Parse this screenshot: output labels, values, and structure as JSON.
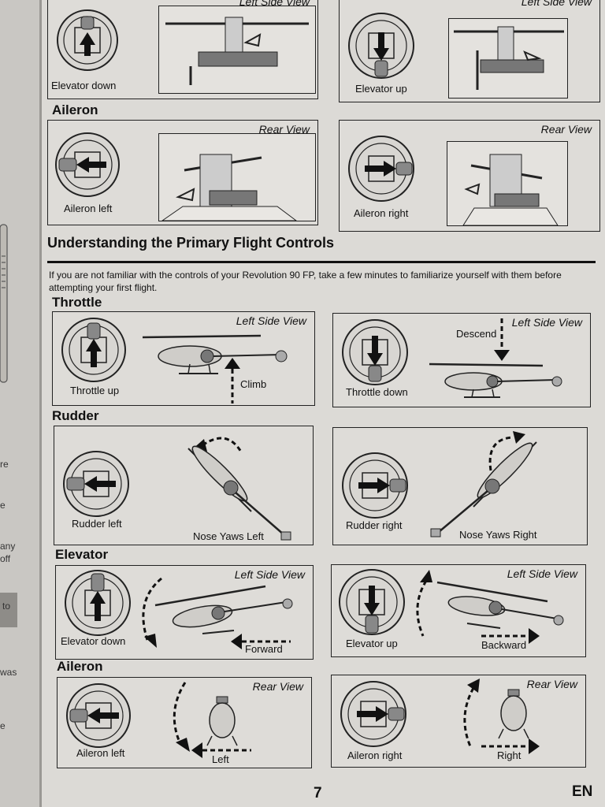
{
  "gutter_fragments": [
    "re",
    "e",
    "any",
    "off",
    "to",
    "was",
    "e"
  ],
  "top_section": {
    "heading_aileron": "Aileron",
    "panels": [
      {
        "label": "Elevator down",
        "view": "Left Side View"
      },
      {
        "label": "Elevator up",
        "view": "Left Side View"
      },
      {
        "label": "Aileron left",
        "view": "Rear View"
      },
      {
        "label": "Aileron right",
        "view": "Rear View"
      }
    ]
  },
  "main_heading": "Understanding the Primary Flight Controls",
  "intro": "If you are not familiar with the controls of your Revolution 90 FP, take a few minutes to familiarize yourself with them before attempting your first flight.",
  "throttle": {
    "heading": "Throttle",
    "left": {
      "label": "Throttle up",
      "view": "Left Side View",
      "note": "Climb"
    },
    "right": {
      "label": "Throttle down",
      "view": "Left Side View",
      "note": "Descend"
    }
  },
  "rudder": {
    "heading": "Rudder",
    "left": {
      "label": "Rudder left",
      "note": "Nose Yaws Left"
    },
    "right": {
      "label": "Rudder right",
      "note": "Nose Yaws Right"
    }
  },
  "elevator": {
    "heading": "Elevator",
    "left": {
      "label": "Elevator down",
      "view": "Left Side View",
      "note": "Forward"
    },
    "right": {
      "label": "Elevator up",
      "view": "Left Side View",
      "note": "Backward"
    }
  },
  "aileron": {
    "heading": "Aileron",
    "left": {
      "label": "Aileron left",
      "view": "Rear View",
      "note": "Left"
    },
    "right": {
      "label": "Aileron right",
      "view": "Rear View",
      "note": "Right"
    }
  },
  "footer": {
    "page_number": "7",
    "language": "EN"
  }
}
